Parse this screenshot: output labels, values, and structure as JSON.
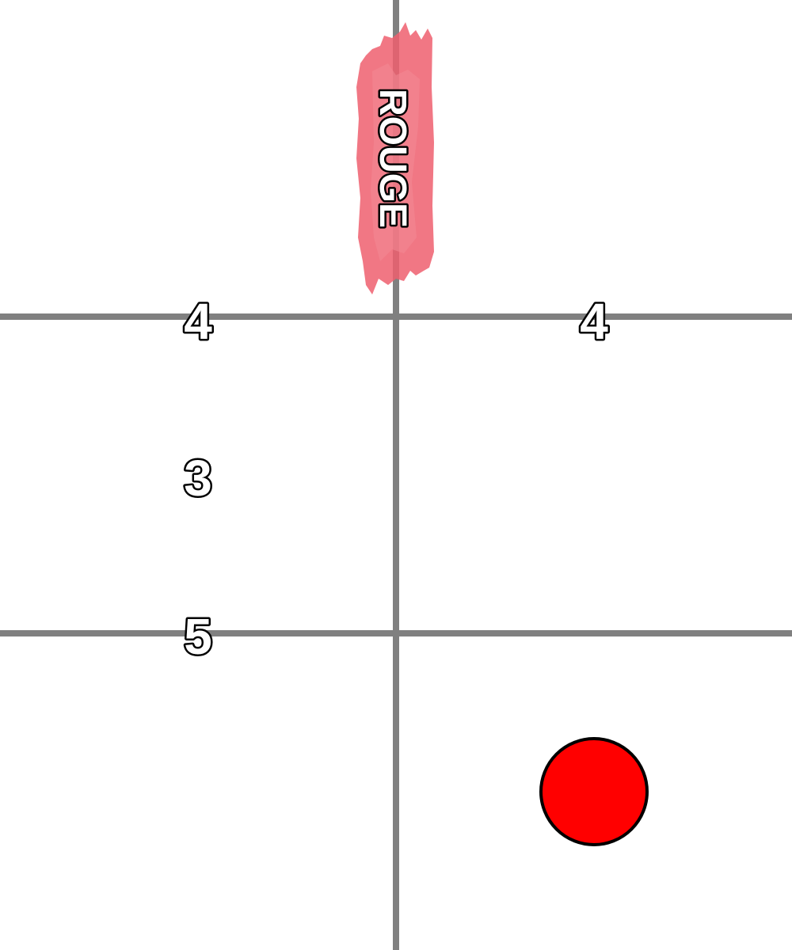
{
  "board": {
    "line_color": "#808080",
    "background_color": "#ffffff"
  },
  "banner": {
    "label": "ROUGE",
    "color": "#ee5f6e"
  },
  "numbers": [
    {
      "name": "number-top-left",
      "value": "4"
    },
    {
      "name": "number-top-right",
      "value": "4"
    },
    {
      "name": "number-middle-left",
      "value": "3"
    },
    {
      "name": "number-lower-left",
      "value": "5"
    }
  ],
  "token": {
    "color": "#ff0000",
    "outline": "#000000"
  }
}
